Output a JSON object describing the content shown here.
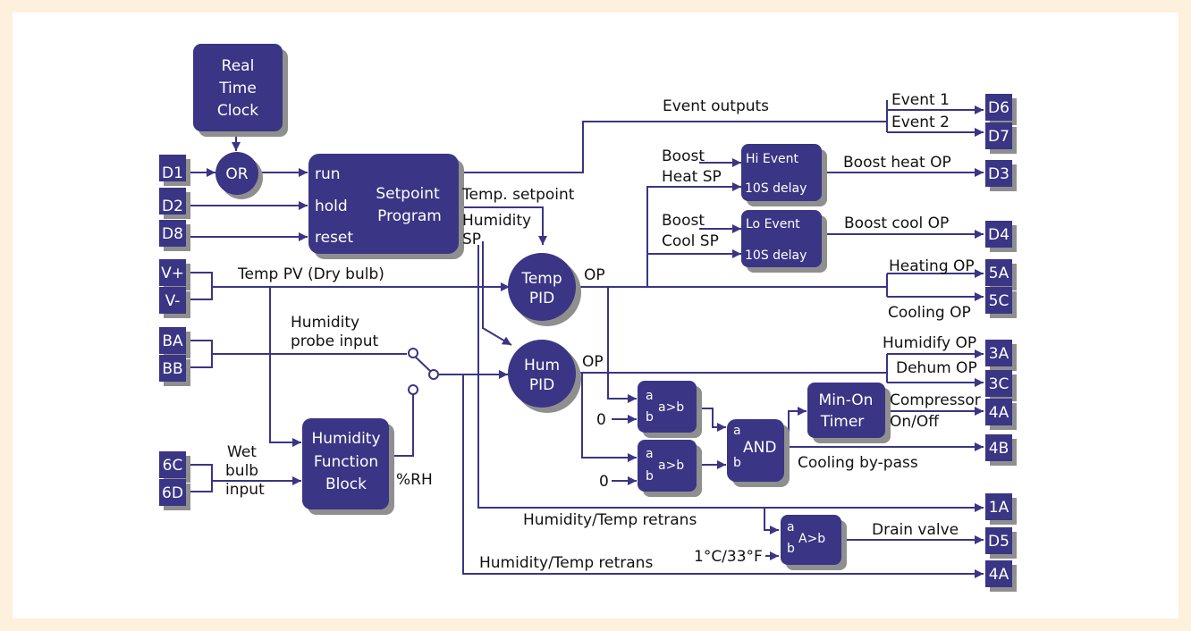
{
  "colors": {
    "block": "#3a3584",
    "shadow": "#8f8f8f",
    "line": "#3a3584",
    "background": "#fdf0dc",
    "panel": "#ffffff"
  },
  "terminals": {
    "d1": "D1",
    "d2": "D2",
    "d8": "D8",
    "vplus": "V+",
    "vminus": "V-",
    "ba": "BA",
    "bb": "BB",
    "c6": "6C",
    "d6l": "6D",
    "d6": "D6",
    "d7": "D7",
    "d3": "D3",
    "d4": "D4",
    "a5": "5A",
    "c5": "5C",
    "a3": "3A",
    "c3": "3C",
    "a4": "4A",
    "b4": "4B",
    "a1": "1A",
    "d5": "D5",
    "a4b": "4A"
  },
  "blocks": {
    "rtc": [
      "Real",
      "Time",
      "Clock"
    ],
    "or": "OR",
    "sp_run": "run",
    "sp_hold": "hold",
    "sp_reset": "reset",
    "sp_title": [
      "Setpoint",
      "Program"
    ],
    "temp_pid": [
      "Temp",
      "PID"
    ],
    "hum_pid": [
      "Hum",
      "PID"
    ],
    "hi_event": "Hi Event",
    "hi_delay": "10S delay",
    "lo_event": "Lo Event",
    "lo_delay": "10S delay",
    "hfb": [
      "Humidity",
      "Function",
      "Block"
    ],
    "comp_a": "a",
    "comp_b": "b",
    "comp_op": "a>b",
    "and_a": "a",
    "and_b": "b",
    "and_op": "AND",
    "timer": [
      "Min-On",
      "Timer"
    ],
    "drain_a": "a",
    "drain_b": "b",
    "drain_op": "A>b"
  },
  "labels": {
    "event_outputs": "Event outputs",
    "event1": "Event 1",
    "event2": "Event 2",
    "boost_heat_sp": [
      "Boost",
      "Heat SP"
    ],
    "boost_heat_op": "Boost heat OP",
    "boost_cool_sp": [
      "Boost",
      "Cool SP"
    ],
    "boost_cool_op": "Boost cool OP",
    "temp_setpoint": "Temp. setpoint",
    "humidity_sp": [
      "Humidity",
      "SP"
    ],
    "temp_pv": "Temp PV (Dry bulb)",
    "op_temp": "OP",
    "op_hum": "OP",
    "heating_op": "Heating OP",
    "cooling_op": "Cooling OP",
    "humidity_probe": [
      "Humidity",
      "probe input"
    ],
    "humidify_op": "Humidify OP",
    "dehum_op": "Dehum OP",
    "zero1": "0",
    "zero2": "0",
    "compressor": [
      "Compressor",
      "On/Off"
    ],
    "cooling_bypass": "Cooling by-pass",
    "wet_bulb": [
      "Wet",
      "bulb",
      "input"
    ],
    "rh": "%RH",
    "retrans1": "Humidity/Temp retrans",
    "retrans2": "Humidity/Temp retrans",
    "drain_valve": "Drain valve",
    "threshold": "1°C/33°F"
  }
}
